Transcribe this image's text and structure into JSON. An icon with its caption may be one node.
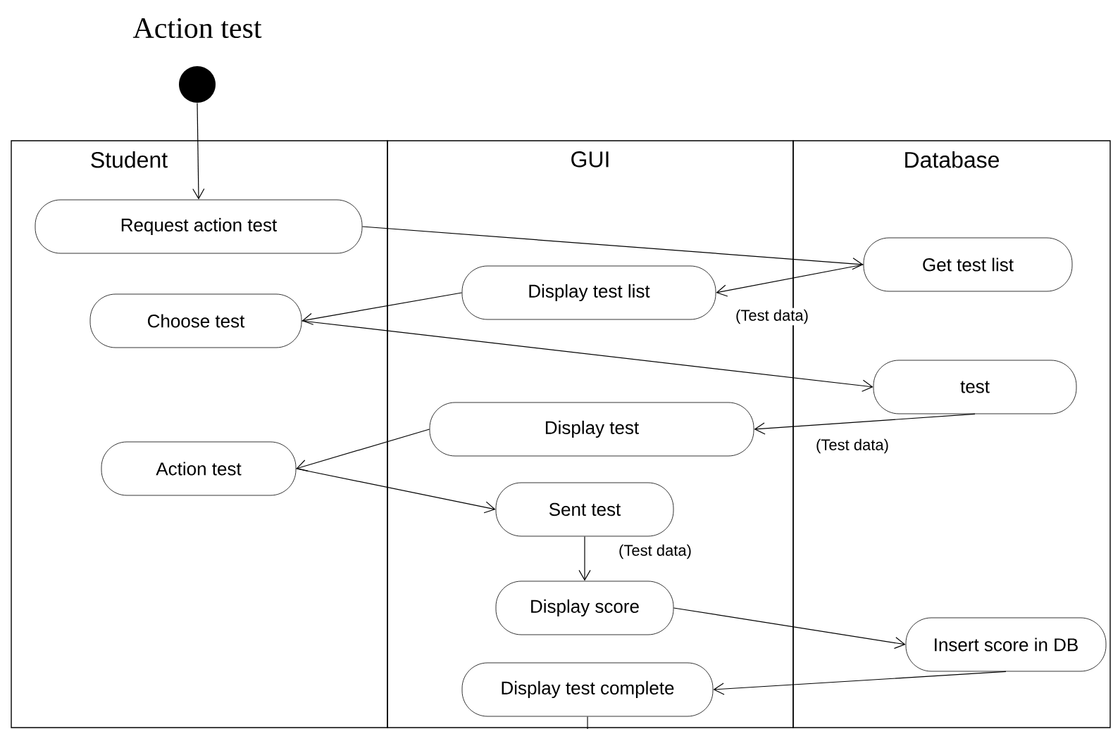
{
  "diagram": {
    "nodes": [
      {
        "text": [],
        "shape": "circle",
        "beside": [
          "Action test"
        ]
      },
      {
        "text": [
          "Student"
        ]
      },
      {
        "text": [
          "GUI"
        ]
      },
      {
        "text": [
          "Database"
        ]
      },
      {
        "text": [
          "Request action  test"
        ],
        "in": 1
      },
      {
        "text": [
          "Get test list"
        ],
        "in": 3
      },
      {
        "text": [
          "Display test list"
        ],
        "in": 2
      },
      {
        "text": [
          "Choose  test"
        ],
        "in": 1
      },
      {
        "text": [
          "test"
        ],
        "in": 3
      },
      {
        "text": [
          "Display test"
        ],
        "in": 2
      },
      {
        "text": [
          "Action test"
        ],
        "in": 1
      },
      {
        "text": [
          "Sent test"
        ],
        "in": 2
      },
      {
        "text": [
          "Display score"
        ],
        "in": 2
      },
      {
        "text": [
          "Insert score in DB"
        ],
        "in": 3
      },
      {
        "text": [
          "Display test complete"
        ],
        "in": 2
      }
    ],
    "edges": [
      {
        "from": 0,
        "to": 4,
        "arrow": "to"
      },
      {
        "from": 4,
        "to": 5,
        "arrow": "to"
      },
      {
        "from": 5,
        "to": 6,
        "arrow": "to",
        "label": "(Test data)"
      },
      {
        "from": 6,
        "to": 7,
        "arrow": "to"
      },
      {
        "from": 7,
        "to": 8,
        "arrow": "to"
      },
      {
        "from": 8,
        "to": 9,
        "arrow": "to",
        "label": "(Test data)"
      },
      {
        "from": 9,
        "to": 10,
        "arrow": "to"
      },
      {
        "from": 10,
        "to": 11,
        "arrow": "to"
      },
      {
        "from": 11,
        "to": 12,
        "arrow": "to",
        "label": "(Test data)"
      },
      {
        "from": 12,
        "to": 13,
        "arrow": "to"
      },
      {
        "from": 13,
        "to": 14,
        "arrow": "to"
      },
      {
        "from": 14,
        "to": null,
        "arrow": "none"
      }
    ]
  }
}
